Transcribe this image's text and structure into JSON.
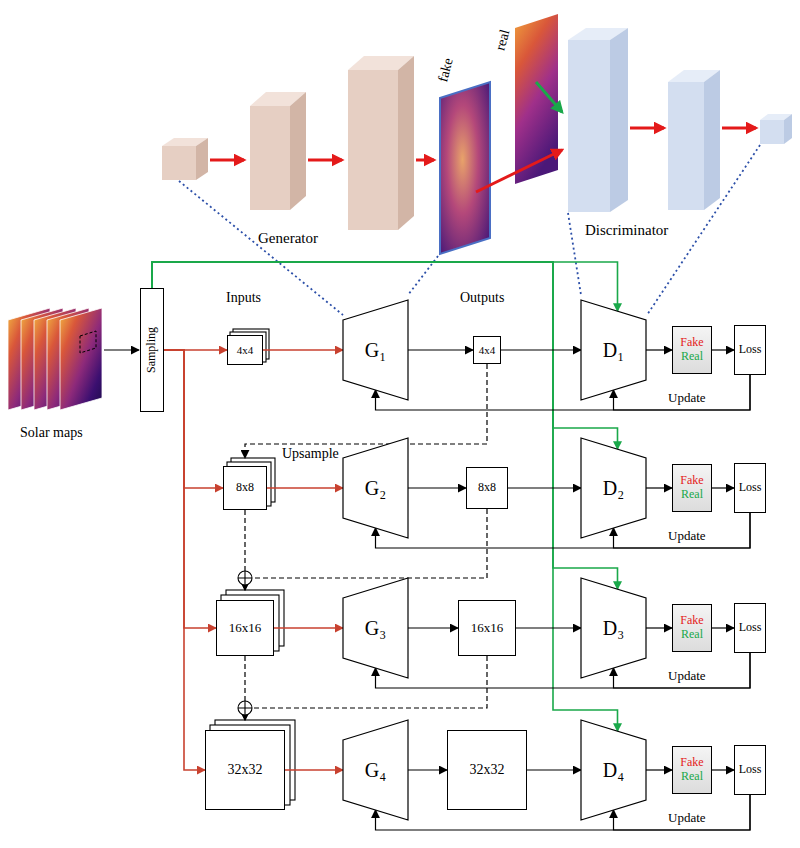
{
  "diagram": {
    "nodes": [
      {
        "text": [
          "Sampling"
        ]
      },
      {
        "text": [
          "4x4"
        ]
      },
      {
        "text": [
          "G₁"
        ]
      },
      {
        "text": [
          "4x4"
        ]
      },
      {
        "text": [
          "D₁"
        ]
      },
      {
        "text": [
          "Fake",
          "Real"
        ]
      },
      {
        "text": [
          "Loss"
        ]
      },
      {
        "text": [
          "8x8"
        ]
      },
      {
        "text": [
          "G₂"
        ]
      },
      {
        "text": [
          "8x8"
        ]
      },
      {
        "text": [
          "D₂"
        ]
      },
      {
        "text": [
          "Fake",
          "Real"
        ]
      },
      {
        "text": [
          "Loss"
        ]
      },
      {
        "text": [
          "16x16"
        ]
      },
      {
        "text": [
          "G₃"
        ]
      },
      {
        "text": [
          "16x16"
        ]
      },
      {
        "text": [
          "D₃"
        ]
      },
      {
        "text": [
          "Fake",
          "Real"
        ]
      },
      {
        "text": [
          "Loss"
        ]
      },
      {
        "text": [
          "32x32"
        ]
      },
      {
        "text": [
          "G₄"
        ]
      },
      {
        "text": [
          "32x32"
        ]
      },
      {
        "text": [
          "D₄"
        ]
      },
      {
        "text": [
          "Fake",
          "Real"
        ]
      },
      {
        "text": [
          "Loss"
        ]
      }
    ],
    "edges": [
      {
        "from": 0,
        "to": 1,
        "arrow": "to"
      },
      {
        "from": 0,
        "to": 7,
        "arrow": "to"
      },
      {
        "from": 0,
        "to": 13,
        "arrow": "to"
      },
      {
        "from": 0,
        "to": 19,
        "arrow": "to"
      },
      {
        "from": 0,
        "to": 4,
        "arrow": "to"
      },
      {
        "from": 0,
        "to": 10,
        "arrow": "to"
      },
      {
        "from": 0,
        "to": 16,
        "arrow": "to"
      },
      {
        "from": 0,
        "to": 22,
        "arrow": "to"
      },
      {
        "from": 1,
        "to": 2,
        "arrow": "to"
      },
      {
        "from": 2,
        "to": 3,
        "arrow": "to"
      },
      {
        "from": 3,
        "to": 4,
        "arrow": "to"
      },
      {
        "from": 4,
        "to": 5,
        "arrow": "to"
      },
      {
        "from": 5,
        "to": 6,
        "arrow": "to"
      },
      {
        "from": 6,
        "to": 2,
        "arrow": "to"
      },
      {
        "from": 6,
        "to": 4,
        "arrow": "to"
      },
      {
        "from": 7,
        "to": 8,
        "arrow": "to"
      },
      {
        "from": 8,
        "to": 9,
        "arrow": "to"
      },
      {
        "from": 9,
        "to": 10,
        "arrow": "to"
      },
      {
        "from": 10,
        "to": 11,
        "arrow": "to"
      },
      {
        "from": 11,
        "to": 12,
        "arrow": "to"
      },
      {
        "from": 12,
        "to": 8,
        "arrow": "to"
      },
      {
        "from": 12,
        "to": 10,
        "arrow": "to"
      },
      {
        "from": 13,
        "to": 14,
        "arrow": "to"
      },
      {
        "from": 14,
        "to": 15,
        "arrow": "to"
      },
      {
        "from": 15,
        "to": 16,
        "arrow": "to"
      },
      {
        "from": 16,
        "to": 17,
        "arrow": "to"
      },
      {
        "from": 17,
        "to": 18,
        "arrow": "to"
      },
      {
        "from": 18,
        "to": 14,
        "arrow": "to"
      },
      {
        "from": 18,
        "to": 16,
        "arrow": "to"
      },
      {
        "from": 19,
        "to": 20,
        "arrow": "to"
      },
      {
        "from": 20,
        "to": 21,
        "arrow": "to"
      },
      {
        "from": 21,
        "to": 22,
        "arrow": "to"
      },
      {
        "from": 22,
        "to": 23,
        "arrow": "to"
      },
      {
        "from": 23,
        "to": 24,
        "arrow": "to"
      },
      {
        "from": 24,
        "to": 20,
        "arrow": "to"
      },
      {
        "from": 24,
        "to": 22,
        "arrow": "to"
      },
      {
        "from": 3,
        "to": 7,
        "arrow": "to"
      },
      {
        "from": 7,
        "to": 13,
        "arrow": "to"
      },
      {
        "from": 9,
        "to": 13,
        "arrow": "to"
      },
      {
        "from": 13,
        "to": 19,
        "arrow": "to"
      },
      {
        "from": 15,
        "to": 19,
        "arrow": "to"
      }
    ],
    "labels": [
      "Generator",
      "fake",
      "real",
      "Discriminator",
      "Solar maps",
      "Inputs",
      "Outputs",
      "Upsample",
      "Update",
      "Update",
      "Update",
      "Update"
    ]
  }
}
